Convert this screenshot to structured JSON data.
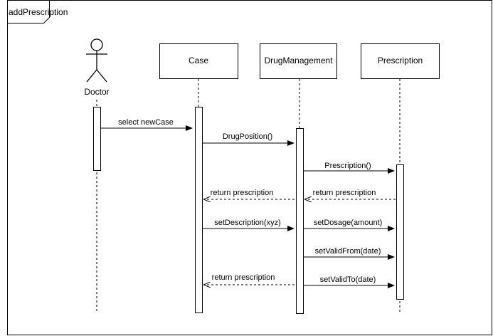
{
  "frame": {
    "label": "addPrescription"
  },
  "participants": [
    {
      "id": "doctor",
      "label": "Doctor",
      "kind": "actor"
    },
    {
      "id": "case",
      "label": "Case",
      "kind": "object"
    },
    {
      "id": "drug",
      "label": "DrugManagement",
      "kind": "object"
    },
    {
      "id": "prescription",
      "label": "Prescription",
      "kind": "object"
    }
  ],
  "messages": [
    {
      "from": "doctor",
      "to": "case",
      "label": "select newCase",
      "type": "call"
    },
    {
      "from": "case",
      "to": "drug",
      "label": "DrugPosition()",
      "type": "call"
    },
    {
      "from": "drug",
      "to": "prescription",
      "label": "Prescription()",
      "type": "call"
    },
    {
      "from": "drug",
      "to": "case",
      "label": "return prescription",
      "type": "return"
    },
    {
      "from": "prescription",
      "to": "drug",
      "label": "return prescription",
      "type": "return"
    },
    {
      "from": "case",
      "to": "drug",
      "label": "setDescription(xyz)",
      "type": "call"
    },
    {
      "from": "drug",
      "to": "prescription",
      "label": "setDosage(amount)",
      "type": "call"
    },
    {
      "from": "drug",
      "to": "prescription",
      "label": "setValidFrom(date)",
      "type": "call"
    },
    {
      "from": "drug",
      "to": "case",
      "label": "return prescription",
      "type": "return"
    },
    {
      "from": "drug",
      "to": "prescription",
      "label": "setValidTo(date)",
      "type": "call"
    }
  ]
}
